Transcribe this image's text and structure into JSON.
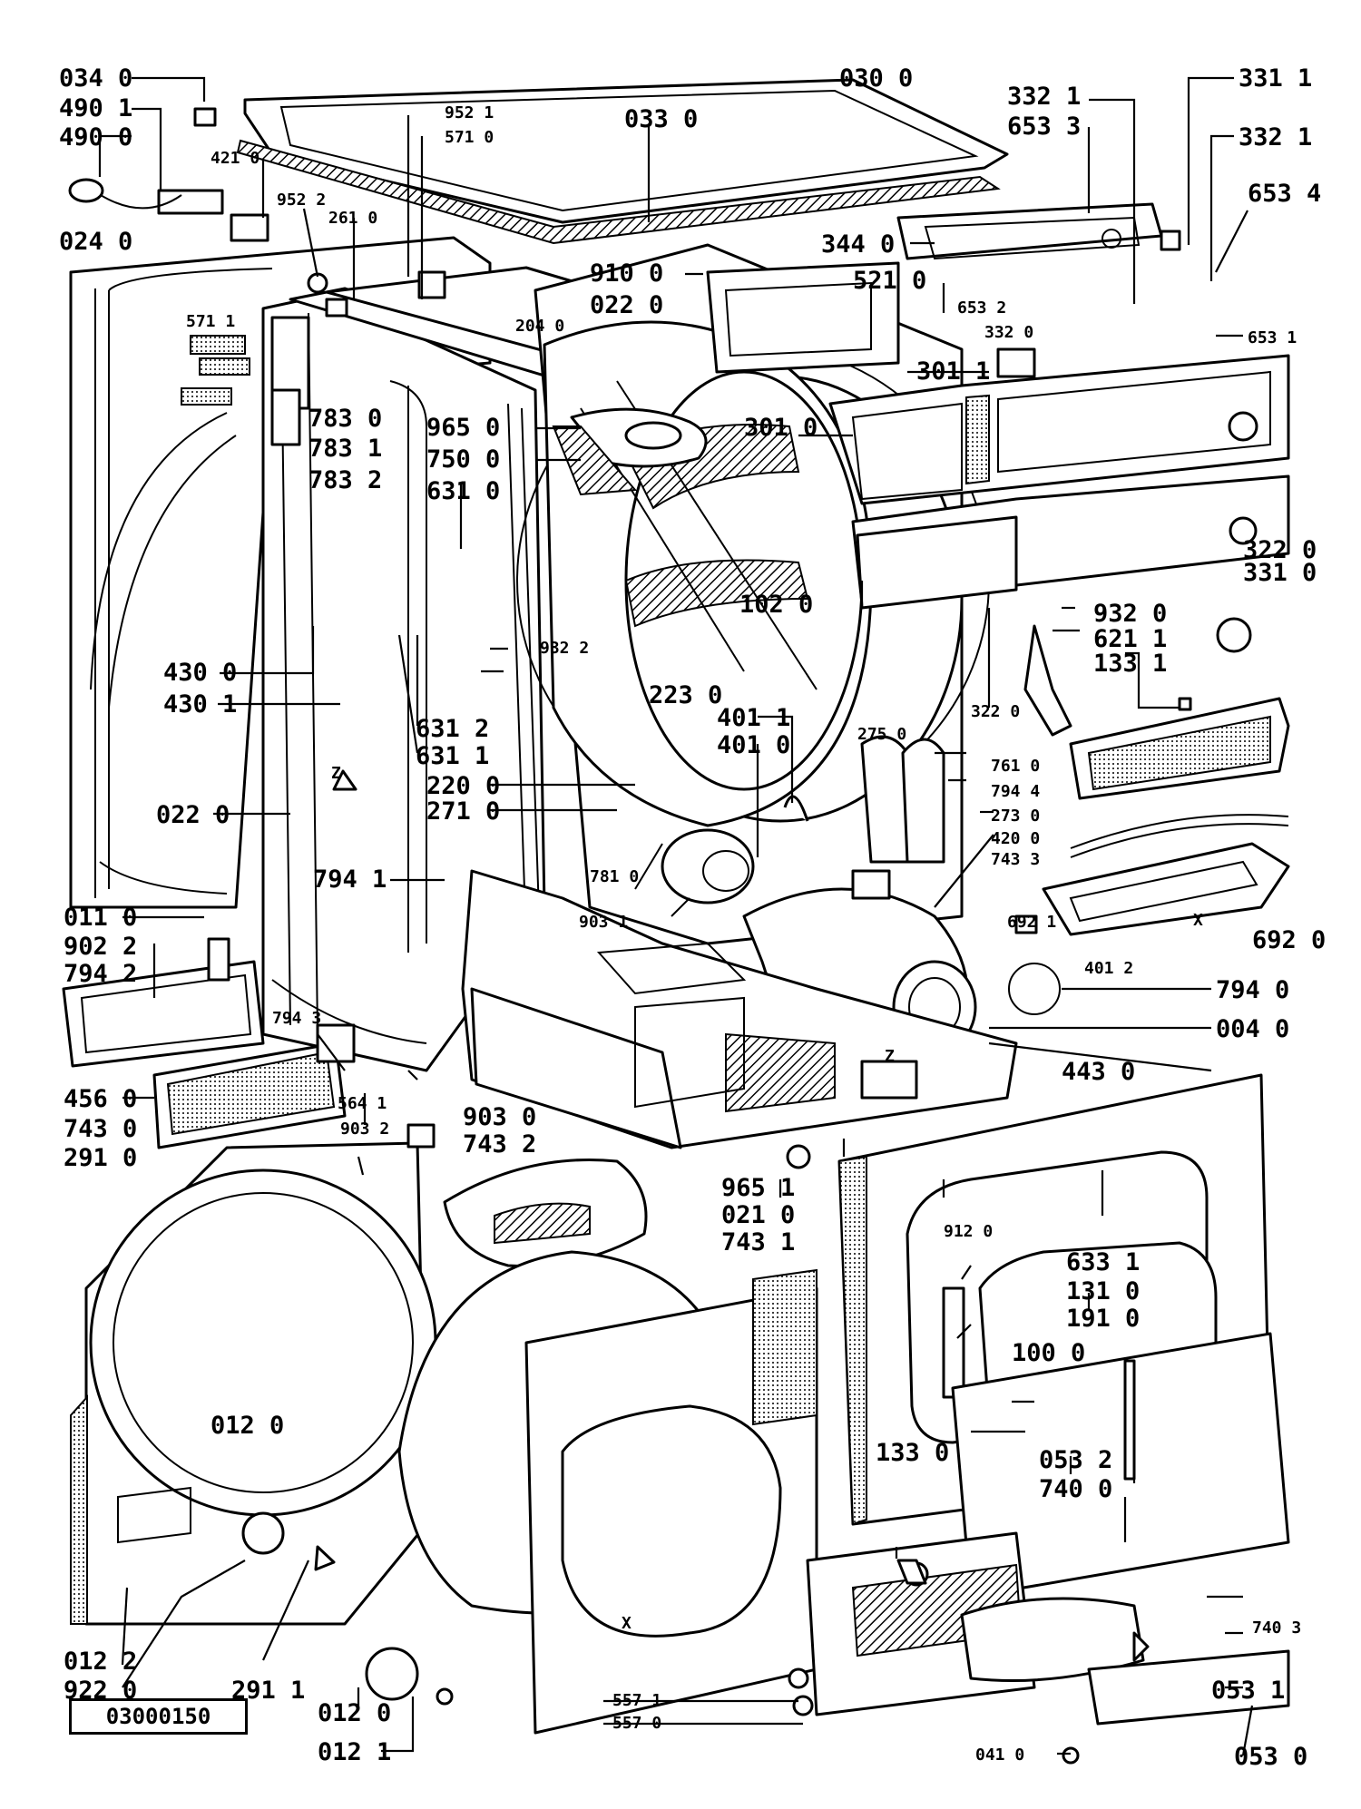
{
  "drawing_number": "03000150",
  "part_labels": [
    "034 0",
    "490 1",
    "490 0",
    "421 0",
    "024 0",
    "952 2",
    "261 0",
    "952 1",
    "571 0",
    "033 0",
    "030 0",
    "332 1",
    "653 3",
    "331 1",
    "332 1",
    "653 4",
    "344 0",
    "910 0",
    "022 0",
    "521 0",
    "653 2",
    "332 0",
    "653 1",
    "571 1",
    "204 0",
    "301 1",
    "783 0",
    "783 1",
    "783 2",
    "965 0",
    "750 0",
    "631 0",
    "301 0",
    "102 0",
    "322 0",
    "331 0",
    "932 0",
    "621 1",
    "133 1",
    "932 2",
    "223 0",
    "322 0",
    "430 0",
    "430 1",
    "631 2",
    "631 1",
    "401 1",
    "401 0",
    "275 0",
    "220 0",
    "271 0",
    "022 0",
    "761 0",
    "794 4",
    "273 0",
    "420 0",
    "743 3",
    "794 1",
    "781 0",
    "692 1",
    "903 1",
    "401 2",
    "692 0",
    "011 0",
    "902 2",
    "794 2",
    "794 0",
    "004 0",
    "794 3",
    "443 0",
    "456 0",
    "564 1",
    "903 2",
    "743 0",
    "903 0",
    "743 2",
    "291 0",
    "965 1",
    "021 0",
    "743 1",
    "912 0",
    "633 1",
    "131 0",
    "191 0",
    "100 0",
    "012 0",
    "053 2",
    "740 0",
    "133 0",
    "740 3",
    "012 2",
    "922 0",
    "291 1",
    "012 0",
    "053 1",
    "557 1",
    "557 0",
    "012 1",
    "041 0",
    "053 0"
  ],
  "axis_letters": [
    "Z",
    "Z",
    "X",
    "X"
  ]
}
